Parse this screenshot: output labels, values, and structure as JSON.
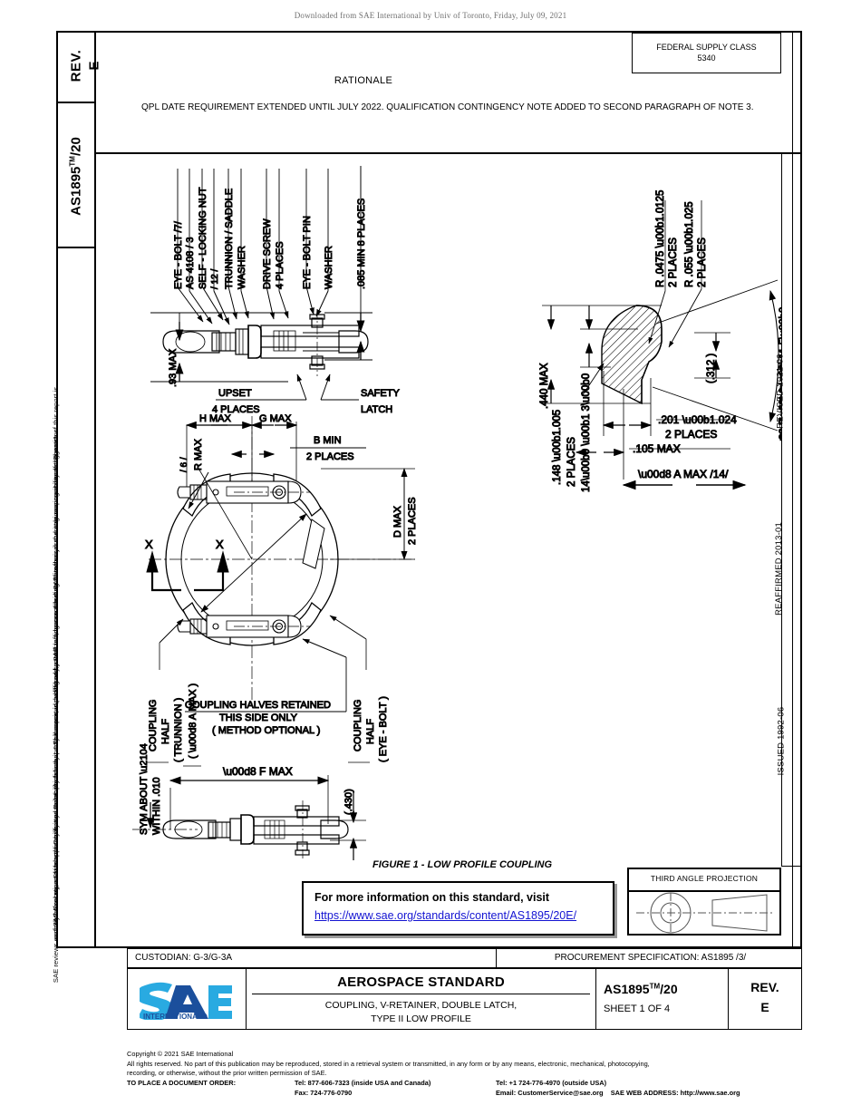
{
  "download_notice": "Downloaded from SAE International by Univ of Toronto, Friday, July 09, 2021",
  "left_margin": {
    "rev_label": "REV.",
    "rev_value": "E",
    "doc_number": "AS1895",
    "doc_number_tm": "TM",
    "doc_number_suffix": "/20",
    "legal_line_1": "SAE Executive Standards Committee Rules provide that: \" This report is published by SAE to advance the state of technical and engineering sciences. The use of this report is",
    "legal_line_2": "entirely voluntary, and its applicability and suitability for any particular use, including any patent infringement arising therefrom, is the sole responsibility of the user\".",
    "legal_line_3": "SAE reviews each technical report at least every five years at which time it may be revised, reaffirmed, stabilized, or cancelled. SAE invites your written comments and suggestions."
  },
  "right_margin": {
    "issued": "ISSUED 1992-06",
    "reaffirmed": "REAFFIRMED 2013-01",
    "revised": "REVISED 2021-06"
  },
  "header": {
    "federal_supply_class_label": "FEDERAL SUPPLY CLASS",
    "federal_supply_class_value": "5340",
    "rationale_title": "RATIONALE",
    "rationale_body": "QPL DATE REQUIREMENT EXTENDED UNTIL JULY 2022. QUALIFICATION CONTINGENCY NOTE ADDED TO SECOND PARAGRAPH OF NOTE 3."
  },
  "drawing": {
    "top_view_callouts": [
      "EYE - BOLT  /7/",
      "AS 4108 / 3",
      "SELF - LOCKING  NUT",
      "/ 12 /",
      "TRUNNION / SADDLE",
      "WASHER",
      "DRIVE  SCREW",
      "4 PLACES",
      "EYE - BOLT PIN",
      "WASHER",
      ".085  MIN  8  PLACES"
    ],
    "top_view_dim_left": ".93  MAX",
    "top_view_upset": "UPSET",
    "top_view_upset_places": "4 PLACES",
    "top_view_safety": "SAFETY",
    "top_view_latch": "LATCH",
    "plan_view": {
      "h_max": "H MAX",
      "g_max": "G MAX",
      "b_min": "B MIN",
      "b_min_places": "2 PLACES",
      "d_max": "D MAX",
      "d_max_places": "2 PLACES",
      "r_max": "R  MAX",
      "note_6": "/ 6 /",
      "section_mark": "X",
      "coupling_half_trunnion_1": "COUPLING",
      "coupling_half_trunnion_2": "HALF",
      "coupling_half_trunnion_3": "( TRUNNION )",
      "dia_a_max": "( Ø  A  MAX )",
      "coupling_half_eyebolt_1": "COUPLING",
      "coupling_half_eyebolt_2": "HALF",
      "coupling_half_eyebolt_3": "( EYE - BOLT )",
      "retained_1": "COUPLING HALVES RETAINED",
      "retained_2": "THIS SIDE ONLY",
      "retained_3": "( METHOD OPTIONAL )"
    },
    "bottom_view": {
      "sym_about": "SYM  ABOUT  ℄",
      "within": "WITHIN .010",
      "dia_f_max": "Ø F MAX",
      "height": "(.430)"
    },
    "section_xx": {
      "title_1": "ENLARGED",
      "title_2": "SECTION X-X",
      "r_0475": "R .0475  ±.0125",
      "r_0475_places": "2 PLACES",
      "r_055": "R .055  ±.025",
      "r_055_places": "2 PLACES",
      "dim_440": ".440  MAX",
      "dim_148": ".148 ±.005",
      "dim_148_places": "2 PLACES",
      "dim_312": "(.312 )",
      "angle_385": "38.5° ±1.5°",
      "angle_14": "14° ± 3°",
      "dim_201": ".201 ±.024",
      "dim_201_places": "2 PLACES",
      "dim_105": ".105 MAX",
      "dia_a_max": "Ø A MAX  /14/"
    }
  },
  "figure": {
    "caption": "FIGURE 1 - LOW PROFILE COUPLING",
    "info_line_1": "For more information on this standard, visit",
    "info_link": "https://www.sae.org/standards/content/AS1895/20E/"
  },
  "third_angle": {
    "label": "THIRD ANGLE PROJECTION"
  },
  "strip": {
    "custodian": "CUSTODIAN: G-3/G-3A",
    "procurement": "PROCUREMENT SPECIFICATION: AS1895 /3/"
  },
  "title_block": {
    "logo_text": "SAE",
    "logo_sub": "INTERNATIONAL®",
    "standard_title": "AEROSPACE STANDARD",
    "subtitle_line_1": "COUPLING, V-RETAINER, DOUBLE LATCH,",
    "subtitle_line_2": "TYPE II LOW PROFILE",
    "doc_number": "AS1895",
    "doc_number_tm": "TM",
    "doc_number_suffix": "/20",
    "sheet": "SHEET 1 OF 4",
    "rev_label": "REV.",
    "rev_value": "E"
  },
  "footer": {
    "copyright": "Copyright © 2021 SAE International",
    "rights_1": "All rights reserved. No part of this publication may be reproduced, stored in a retrieval system or transmitted, in any form or by any means, electronic, mechanical, photocopying,",
    "rights_2": "recording, or otherwise, without the prior written permission of SAE.",
    "order_label": "TO PLACE A DOCUMENT ORDER:",
    "tel_inside": "Tel: 877-606-7323 (inside USA and Canada)",
    "fax": "Fax: 724-776-0790",
    "tel_outside": "Tel: +1 724-776-4970 (outside USA)",
    "email": "Email: CustomerService@sae.org",
    "web": "SAE WEB ADDRESS: http://www.sae.org"
  },
  "colors": {
    "link": "#1414d2",
    "logo_light": "#29aae1",
    "logo_dark": "#1b4f9c"
  }
}
